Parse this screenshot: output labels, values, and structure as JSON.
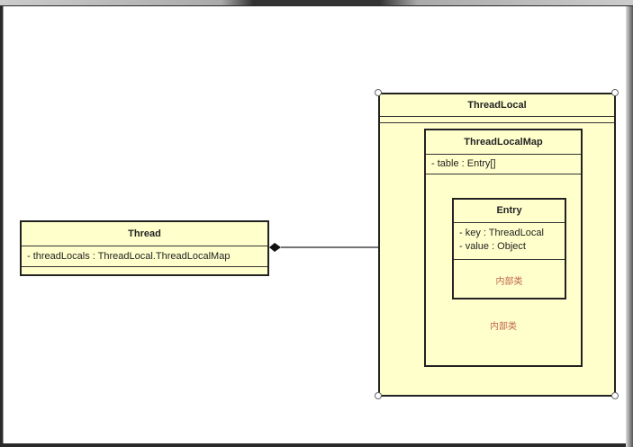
{
  "thread": {
    "name": "Thread",
    "attributes": [
      "- threadLocals : ThreadLocal.ThreadLocalMap"
    ]
  },
  "threadlocal": {
    "name": "ThreadLocal"
  },
  "threadlocalmap": {
    "name": "ThreadLocalMap",
    "attributes": [
      "- table : Entry[]"
    ],
    "note": "内部类"
  },
  "entry": {
    "name": "Entry",
    "attributes": [
      "- key : ThreadLocal",
      "- value : Object"
    ],
    "note": "内部类"
  }
}
